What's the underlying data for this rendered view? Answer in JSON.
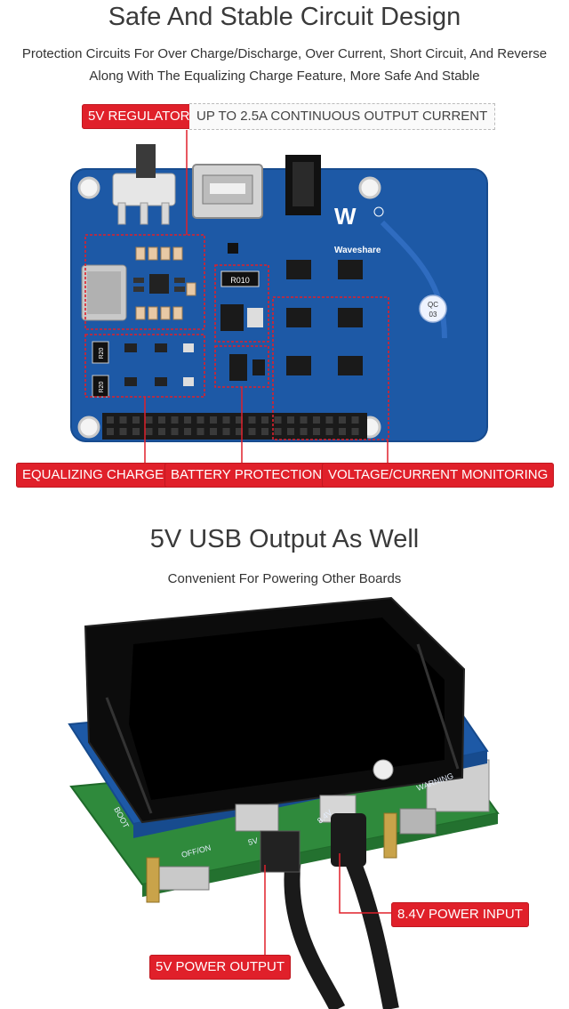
{
  "section1": {
    "title": "Safe And Stable Circuit Design",
    "desc_line1": "Protection Circuits For Over Charge/Discharge, Over Current, Short Circuit, And Reverse",
    "desc_line2": "Along With The Equalizing Charge Feature, More Safe And Stable",
    "callout_regulator": "5V REGULATOR",
    "callout_regulator_detail": "UP TO 2.5A CONTINUOUS OUTPUT CURRENT",
    "callout_equalizing": "EQUALIZING CHARGE",
    "callout_battery": "BATTERY PROTECTION",
    "callout_monitoring": "VOLTAGE/CURRENT MONITORING",
    "board": {
      "brand": "Waveshare",
      "qc_top": "QC",
      "qc_bottom": "03",
      "resistor_r010": "R010",
      "resistor_a": "R20",
      "resistor_b": "R20"
    }
  },
  "section2": {
    "title": "5V USB Output As Well",
    "subtitle": "Convenient For Powering Other Boards",
    "callout_power_input": "8.4V POWER INPUT",
    "callout_power_output": "5V POWER OUTPUT",
    "silk": {
      "boot": "BOOT",
      "onoff": "OFF/ON",
      "out": "5V OUT",
      "v84": "8.4V",
      "warning": "WARNING"
    }
  },
  "colors": {
    "accent_red": "#e0202a",
    "board_blue": "#1e5aa8",
    "pcb_green": "#2d8a3a"
  }
}
